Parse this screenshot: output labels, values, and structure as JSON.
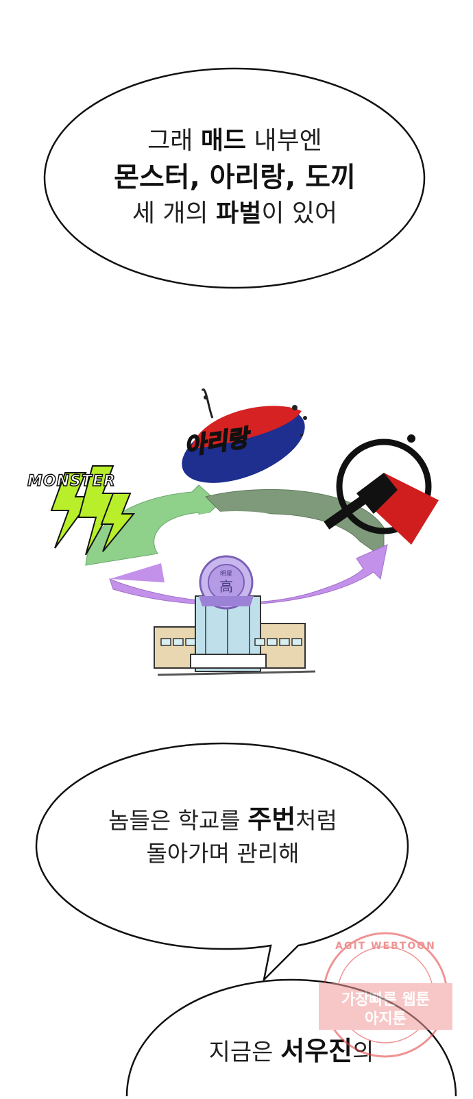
{
  "bubble1": {
    "line1": {
      "a": "그래 ",
      "b": "매드",
      "c": " 내부엔"
    },
    "line2": "몬스터, 아리랑, 도끼",
    "line3": {
      "a": "세 개의 ",
      "b": "파벌",
      "c": "이 있어"
    }
  },
  "diagram": {
    "monster_label": "MONSTER",
    "arirang_label": "아리랑",
    "school_emblem_char": "高",
    "school_emblem_top": "明星"
  },
  "bubble2": {
    "line1": {
      "a": "놈들은 학교를 ",
      "b": "주번",
      "c": "처럼"
    },
    "line2": "돌아가며 관리해"
  },
  "bubble3": {
    "line1": {
      "a": "지금은 ",
      "b": "서우진",
      "c": "의"
    }
  },
  "watermark": {
    "arc_text": "AGIT WEBTOON",
    "line1": "가장빠른 웹툰",
    "line2": "아지툰"
  }
}
